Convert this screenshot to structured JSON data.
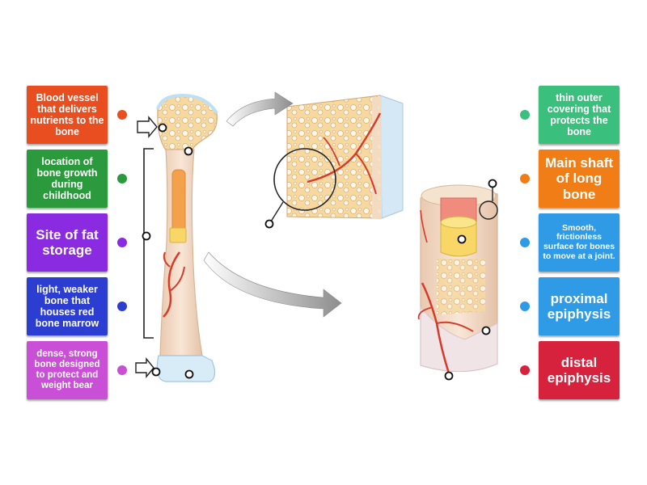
{
  "labels_left": [
    {
      "text": "Blood vessel that delivers nutrients to the bone",
      "color": "#e84e1f"
    },
    {
      "text": "location of bone growth during childhood",
      "color": "#2a9a3c"
    },
    {
      "text": "Site of fat storage",
      "color": "#8a2be2"
    },
    {
      "text": "light, weaker bone that houses red bone marrow",
      "color": "#2b3ed1"
    },
    {
      "text": "dense, strong bone designed to protect and weight bear",
      "color": "#c94fd6"
    }
  ],
  "labels_right": [
    {
      "text": "thin outer covering that protects the bone",
      "color": "#3bbf7c"
    },
    {
      "text": "Main shaft of long bone",
      "color": "#f07d16"
    },
    {
      "text": "Smooth, frictionless surface for bones to move at a joint.",
      "color": "#2f9ae6"
    },
    {
      "text": "proximal epiphysis",
      "color": "#2f9ae6"
    },
    {
      "text": "distal epiphysis",
      "color": "#d6223c"
    }
  ],
  "colors": {
    "bone": "#f4dcc2",
    "spongy": "#f6d59a",
    "vessel": "#d63a2a",
    "cartilage": "#cfe6f6",
    "marrow": "#f3a14a",
    "arrow": "#9a9a9a"
  }
}
